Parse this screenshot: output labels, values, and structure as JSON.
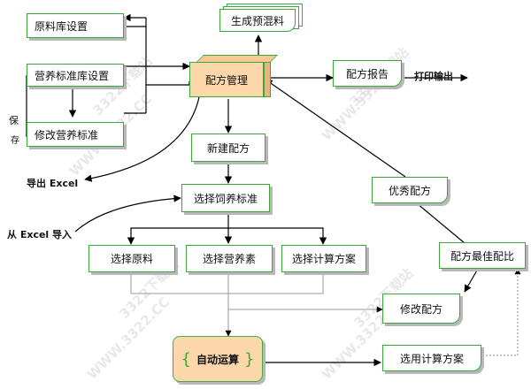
{
  "nodes": {
    "material_settings": "原料库设置",
    "nutrition_settings": "营养标准库设置",
    "modify_nutrition": "修改营养标准",
    "generate_premix": "生成预混料",
    "formula_management": "配方管理",
    "formula_report": "配方报告",
    "print_output": "打印输出",
    "new_formula": "新建配方",
    "select_feed_standard": "选择饲养标准",
    "select_material": "选择原料",
    "select_nutrient": "选择营养素",
    "select_calc_plan": "选择计算方案",
    "auto_calc": "自动运算",
    "chosen_calc_plan": "选用计算方案",
    "modify_formula": "修改配方",
    "best_ratio": "配方最佳配比",
    "excellent_formula": "优秀配方",
    "export_excel": "导出 Excel",
    "import_excel": "从 Excel 导入",
    "keep_char_1": "保",
    "keep_char_2": "存"
  },
  "watermarks": {
    "text_a": "WWW.3322.CC",
    "text_b": "3322下载站"
  },
  "colors": {
    "box_border": "#3aa83a",
    "highlight_fill": "#fbd7a9",
    "shadow": "#b8b8b8",
    "arrow": "#000000"
  }
}
